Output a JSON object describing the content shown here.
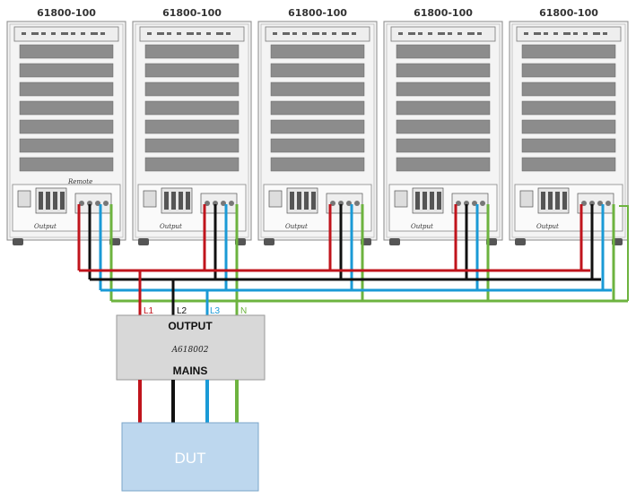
{
  "units": [
    {
      "model": "61800-100",
      "output_label": "Output",
      "remote_label": "Remote"
    },
    {
      "model": "61800-100",
      "output_label": "Output"
    },
    {
      "model": "61800-100",
      "output_label": "Output"
    },
    {
      "model": "61800-100",
      "output_label": "Output"
    },
    {
      "model": "61800-100",
      "output_label": "Output"
    }
  ],
  "phases": [
    {
      "label": "L1",
      "color": "#c0141c"
    },
    {
      "label": "L2",
      "color": "#111111"
    },
    {
      "label": "L3",
      "color": "#1a9ad6"
    },
    {
      "label": "N",
      "color": "#6db33f"
    }
  ],
  "adapter": {
    "output_label": "OUTPUT",
    "model": "A618002",
    "mains_label": "MAINS",
    "fill": "#d8d8d8"
  },
  "dut": {
    "label": "DUT",
    "fill": "#bdd7ee"
  }
}
